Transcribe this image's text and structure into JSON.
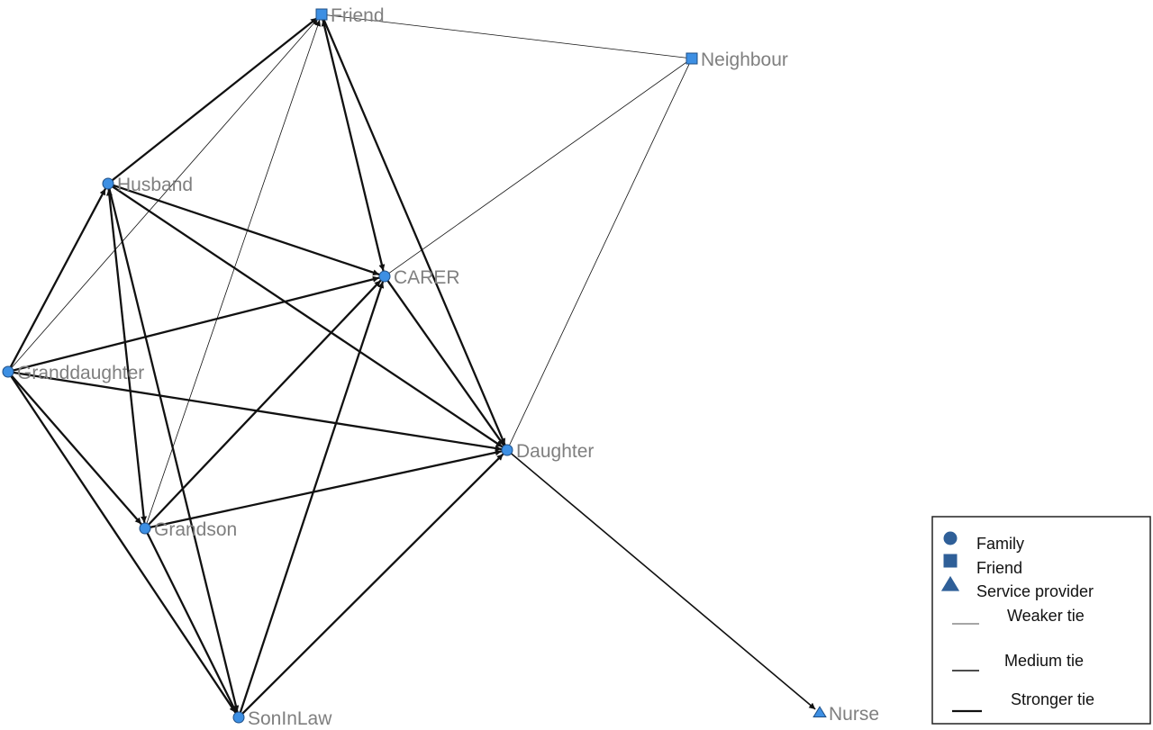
{
  "colors": {
    "node_fill": "#3d8fe3",
    "node_stroke": "#1f4f86",
    "legend_symbol": "#2f5f98",
    "edge": "#111111",
    "label": "#7f7f7f"
  },
  "nodes": [
    {
      "id": "friend",
      "label": "Friend",
      "shape": "square",
      "group": "Friend"
    },
    {
      "id": "neighbour",
      "label": "Neighbour",
      "shape": "square",
      "group": "Friend"
    },
    {
      "id": "husband",
      "label": "Husband",
      "shape": "circle",
      "group": "Family"
    },
    {
      "id": "carer",
      "label": "CARER",
      "shape": "circle",
      "group": "Family"
    },
    {
      "id": "granddaughter",
      "label": "Granddaughter",
      "shape": "circle",
      "group": "Family"
    },
    {
      "id": "daughter",
      "label": "Daughter",
      "shape": "circle",
      "group": "Family"
    },
    {
      "id": "grandson",
      "label": "Grandson",
      "shape": "circle",
      "group": "Family"
    },
    {
      "id": "soninlaw",
      "label": "SonInLaw",
      "shape": "circle",
      "group": "Family"
    },
    {
      "id": "nurse",
      "label": "Nurse",
      "shape": "triangle",
      "group": "Service provider"
    }
  ],
  "edges": [
    {
      "from": "friend",
      "to": "neighbour",
      "tie": "weak",
      "arrow": false
    },
    {
      "from": "neighbour",
      "to": "carer",
      "tie": "weak",
      "arrow": false
    },
    {
      "from": "neighbour",
      "to": "daughter",
      "tie": "weak",
      "arrow": false
    },
    {
      "from": "husband",
      "to": "friend",
      "tie": "strong",
      "arrow": true
    },
    {
      "from": "granddaughter",
      "to": "friend",
      "tie": "weak",
      "arrow": true
    },
    {
      "from": "grandson",
      "to": "friend",
      "tie": "weak",
      "arrow": true
    },
    {
      "from": "friend",
      "to": "carer",
      "tie": "strong",
      "arrow": true
    },
    {
      "from": "carer",
      "to": "friend",
      "tie": "medium",
      "arrow": true
    },
    {
      "from": "friend",
      "to": "daughter",
      "tie": "strong",
      "arrow": true
    },
    {
      "from": "granddaughter",
      "to": "husband",
      "tie": "strong",
      "arrow": true
    },
    {
      "from": "husband",
      "to": "carer",
      "tie": "strong",
      "arrow": true
    },
    {
      "from": "husband",
      "to": "daughter",
      "tie": "strong",
      "arrow": true
    },
    {
      "from": "husband",
      "to": "grandson",
      "tie": "strong",
      "arrow": true
    },
    {
      "from": "grandson",
      "to": "husband",
      "tie": "medium",
      "arrow": true
    },
    {
      "from": "husband",
      "to": "soninlaw",
      "tie": "strong",
      "arrow": true
    },
    {
      "from": "granddaughter",
      "to": "carer",
      "tie": "strong",
      "arrow": true
    },
    {
      "from": "granddaughter",
      "to": "daughter",
      "tie": "strong",
      "arrow": true
    },
    {
      "from": "granddaughter",
      "to": "grandson",
      "tie": "strong",
      "arrow": true
    },
    {
      "from": "granddaughter",
      "to": "soninlaw",
      "tie": "strong",
      "arrow": true
    },
    {
      "from": "carer",
      "to": "daughter",
      "tie": "strong",
      "arrow": true
    },
    {
      "from": "grandson",
      "to": "carer",
      "tie": "strong",
      "arrow": true
    },
    {
      "from": "soninlaw",
      "to": "carer",
      "tie": "strong",
      "arrow": true
    },
    {
      "from": "grandson",
      "to": "daughter",
      "tie": "strong",
      "arrow": true
    },
    {
      "from": "soninlaw",
      "to": "daughter",
      "tie": "strong",
      "arrow": true
    },
    {
      "from": "grandson",
      "to": "soninlaw",
      "tie": "strong",
      "arrow": true
    },
    {
      "from": "daughter",
      "to": "nurse",
      "tie": "medium",
      "arrow": true
    }
  ],
  "legend": {
    "items": [
      {
        "kind": "shape",
        "shape": "circle",
        "label": "Family"
      },
      {
        "kind": "shape",
        "shape": "square",
        "label": "Friend"
      },
      {
        "kind": "shape",
        "shape": "triangle",
        "label": "Service provider"
      },
      {
        "kind": "line",
        "tie": "weak",
        "label": "Weaker tie"
      },
      {
        "kind": "line",
        "tie": "medium",
        "label": "Medium tie"
      },
      {
        "kind": "line",
        "tie": "strong",
        "label": "Stronger tie"
      }
    ]
  }
}
